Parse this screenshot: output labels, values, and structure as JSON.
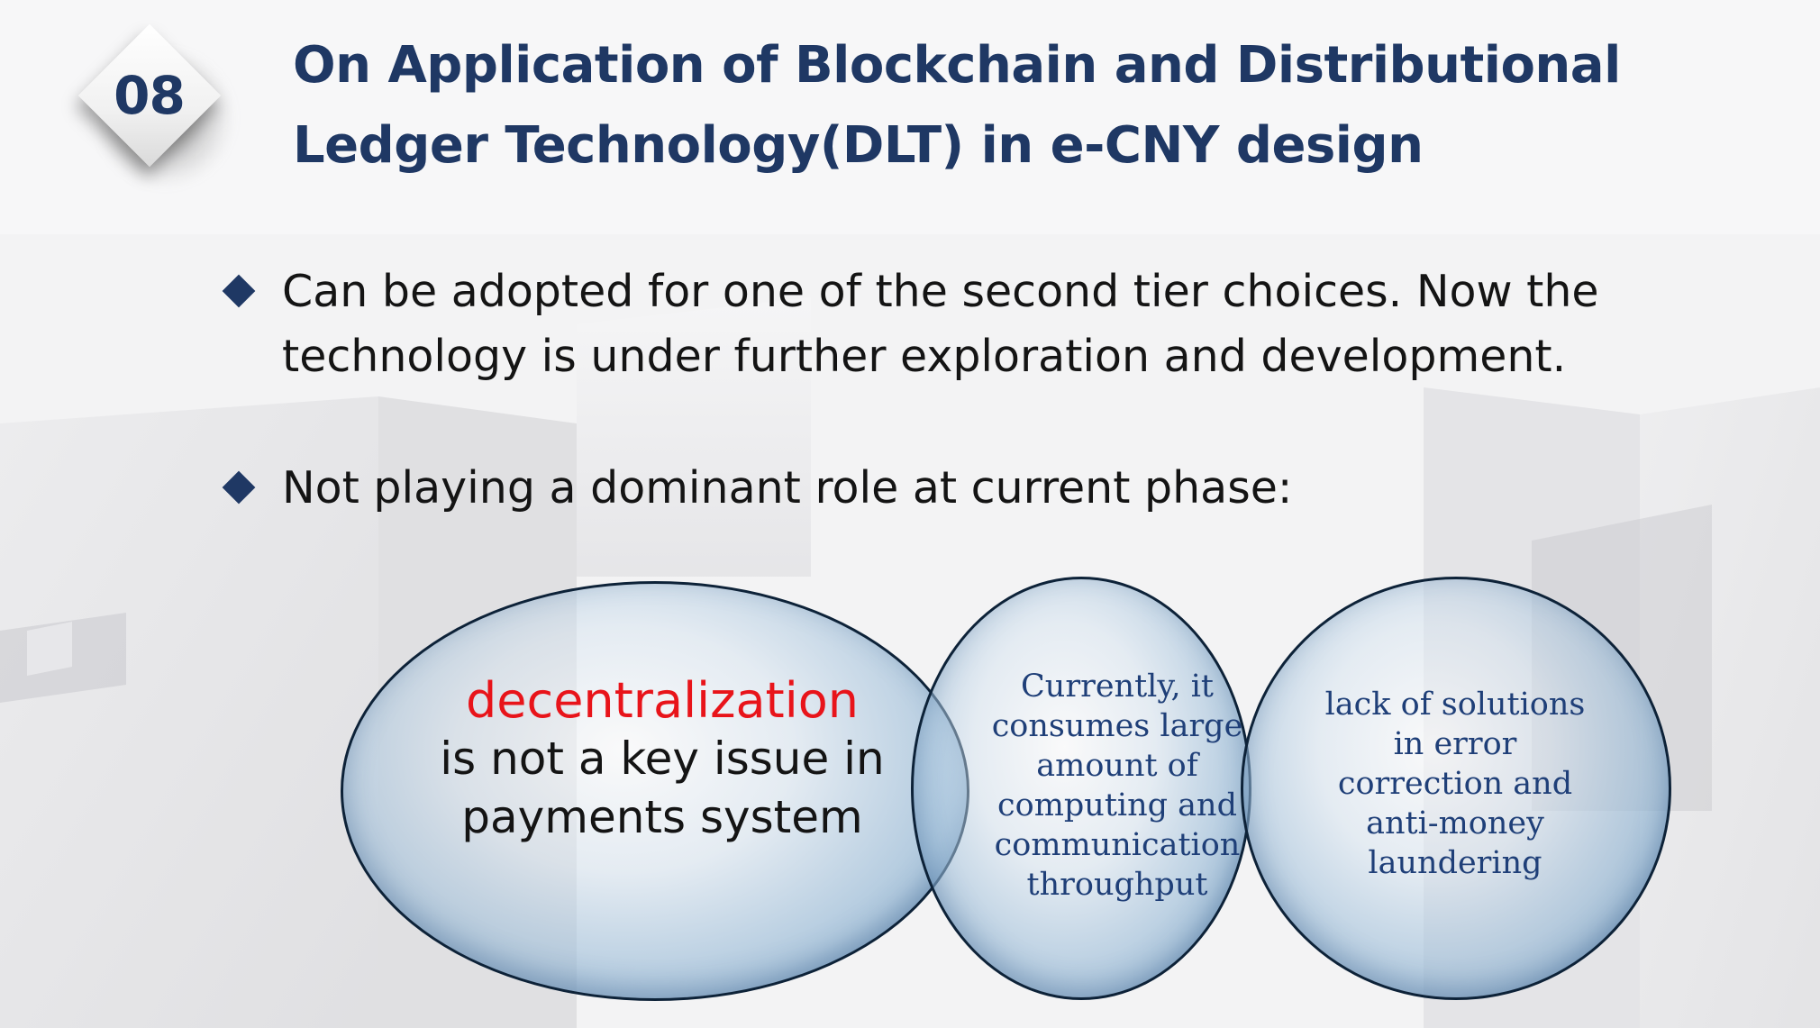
{
  "slide": {
    "number": "08",
    "title": "On Application of Blockchain and Distributional Ledger Technology(DLT) in e-CNY design"
  },
  "bullets": [
    {
      "text": "Can be adopted for one of the second tier choices. Now the technology is under further exploration and development."
    },
    {
      "text": "Not playing a dominant role at current phase:"
    }
  ],
  "venn": {
    "circle1": {
      "highlight": "decentralization",
      "text": "is not a key issue in payments system"
    },
    "circle2": {
      "text": "Currently, it consumes large amount of computing and communication throughput"
    },
    "circle3": {
      "text": "lack of solutions in error correction and anti-money laundering"
    }
  },
  "colors": {
    "title": "#1f3864",
    "bullet_marker": "#1f3864",
    "highlight": "#e8141a",
    "bubble_text": "#1f3f78",
    "bubble_border": "#0d2238"
  },
  "icons": {
    "badge": "diamond-badge",
    "bullet_marker": "diamond-bullet-icon"
  }
}
